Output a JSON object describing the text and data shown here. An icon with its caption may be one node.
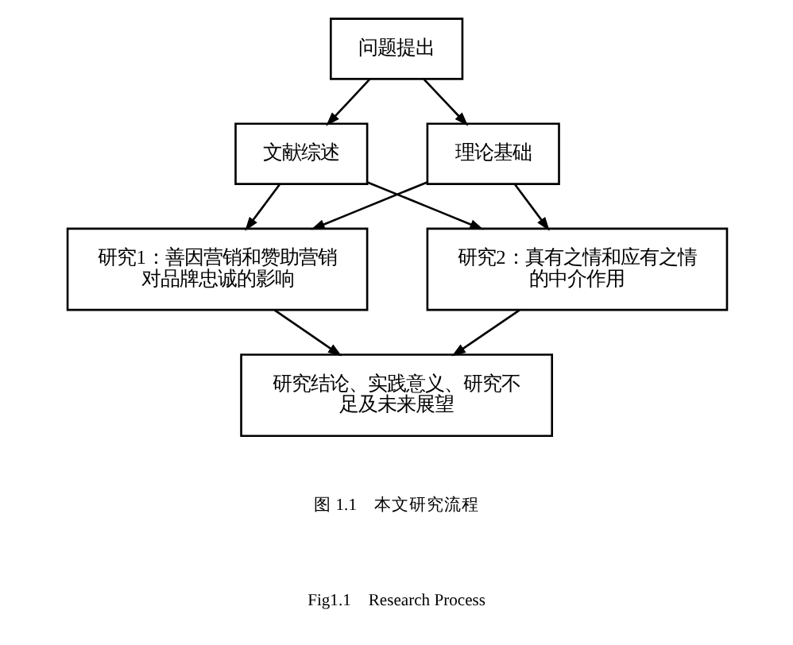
{
  "diagram": {
    "nodes": [
      {
        "text": [
          "问题提出"
        ]
      },
      {
        "text": [
          "文献综述"
        ]
      },
      {
        "text": [
          "理论基础"
        ]
      },
      {
        "text": [
          "研究1：善因营销和赞助营销对品牌忠诚的影响"
        ]
      },
      {
        "text": [
          "研究2：真有之情和应有之情的中介作用"
        ]
      },
      {
        "text": [
          "研究结论、实践意义、研究不足及未来展望"
        ]
      }
    ],
    "edges": [
      {
        "from": 0,
        "to": 1,
        "arrow": "to"
      },
      {
        "from": 0,
        "to": 2,
        "arrow": "to"
      },
      {
        "from": 1,
        "to": 3,
        "arrow": "to"
      },
      {
        "from": 1,
        "to": 4,
        "arrow": "to"
      },
      {
        "from": 2,
        "to": 3,
        "arrow": "to"
      },
      {
        "from": 2,
        "to": 4,
        "arrow": "to"
      },
      {
        "from": 3,
        "to": 5,
        "arrow": "to"
      },
      {
        "from": 4,
        "to": 5,
        "arrow": "to"
      }
    ],
    "labels": [
      "图 1.1　本文研究流程",
      "Fig1.1　Research Process"
    ]
  }
}
